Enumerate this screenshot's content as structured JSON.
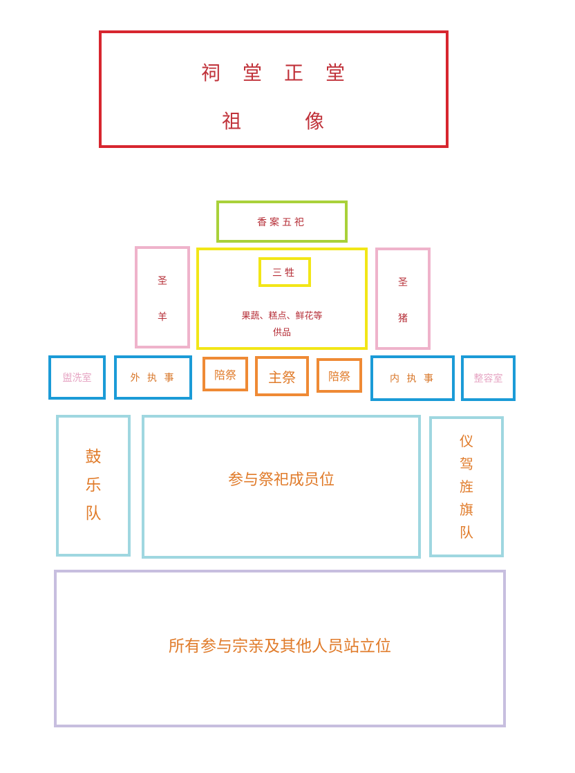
{
  "hall": {
    "title": "祠　堂　正　堂",
    "subtitle": "祖　　　像"
  },
  "incense_table": {
    "label": "香案五祀"
  },
  "sacrifices": {
    "sheep": [
      "圣",
      "羊"
    ],
    "pig": [
      "圣",
      "猪"
    ],
    "three": "三牲",
    "offerings_line1": "果蔬、糕点、鲜花等",
    "offerings_line2": "供品"
  },
  "officials": {
    "wash_room": "盥洗室",
    "outer_steward": "外 执 事",
    "accompany_left": "陪祭",
    "main_sacrifice": "主祭",
    "accompany_right": "陪祭",
    "inner_steward": "内 执 事",
    "grooming_room": "整容室"
  },
  "participants": {
    "band": [
      "鼓",
      "乐",
      "队"
    ],
    "members": "参与祭祀成员位",
    "honor_guard": [
      "仪",
      "驾",
      "旌",
      "旗",
      "队"
    ]
  },
  "all_attendees": "所有参与宗亲及其他人员站立位",
  "colors": {
    "hall_border": "#d7262f",
    "incense_border": "#a9d13a",
    "sacrifice_border": "#efb3cb",
    "offering_border": "#f2e617",
    "official_border": "#1b9bd7",
    "sacrifice_role_border": "#ef8a35",
    "participant_border": "#9fd7e0",
    "attendee_border": "#c7bedf",
    "red_text": "#c0323a",
    "orange_text": "#e07b2a",
    "pink_text": "#e6a5c3"
  }
}
